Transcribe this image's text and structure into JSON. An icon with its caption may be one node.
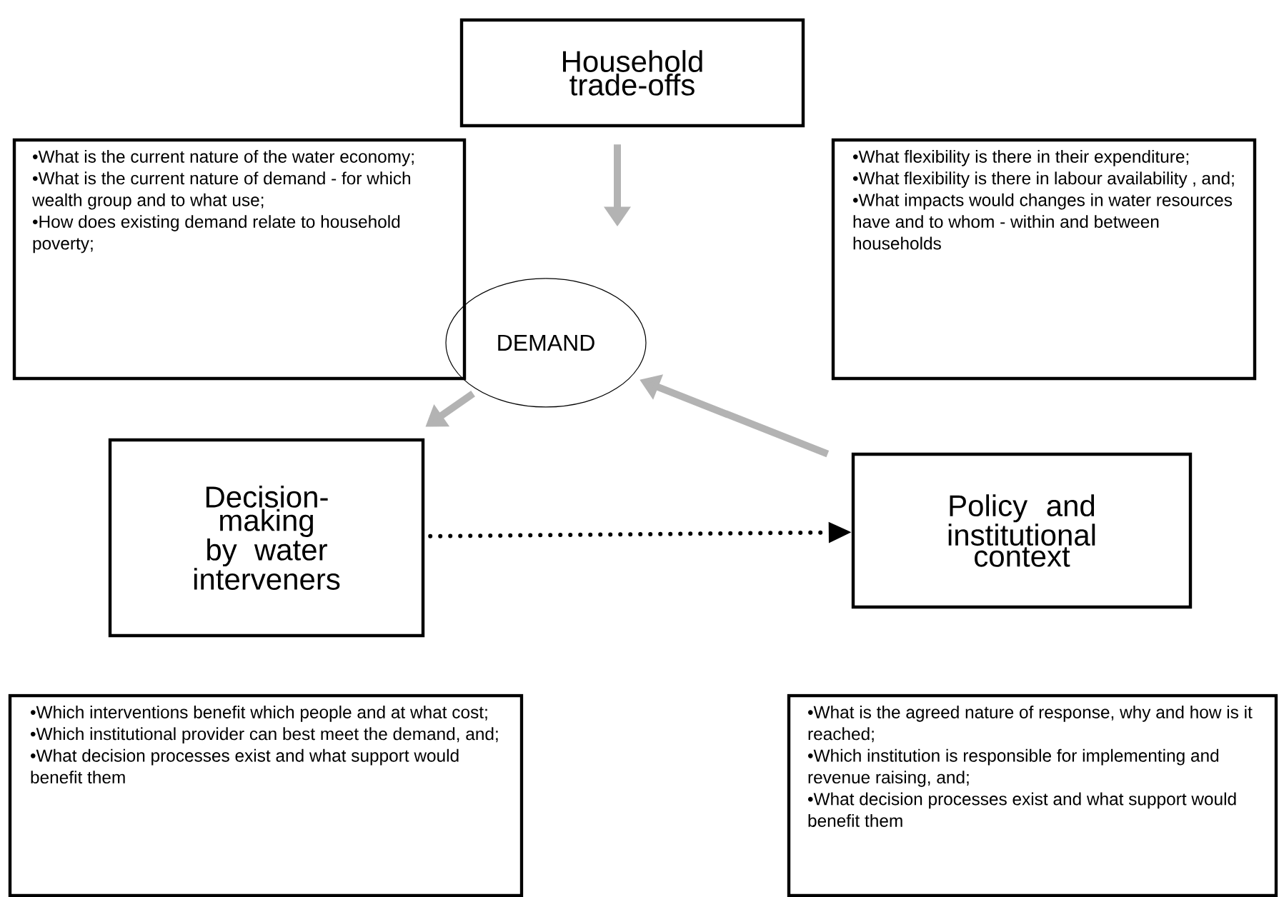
{
  "diagram": {
    "nodes": [
      {
        "text": [
          "Household trade-offs"
        ]
      },
      {
        "text": [
          "•What is the current nature of the water economy;",
          "•What is the current nature of demand - for which wealth group and to what use;",
          "•How does existing demand relate to household poverty;"
        ]
      },
      {
        "text": [
          "DEMAND"
        ]
      },
      {
        "text": [
          "•What flexibility is there in their expenditure;",
          "•What flexibility is there in labour availability , and;",
          "•What impacts would changes in water resources have and to whom - within and between households"
        ]
      },
      {
        "text": [
          "Decision-making by water interveners"
        ]
      },
      {
        "text": [
          "Policy and institutional context"
        ]
      },
      {
        "text": [
          "•Which interventions benefit which people and at what cost;",
          "•Which institutional provider can best meet the demand, and;",
          "•What decision processes exist and what support would benefit them"
        ]
      },
      {
        "text": [
          "•What is the agreed nature of response, why and how is it reached;",
          "•Which institution is responsible for implementing and revenue raising, and;",
          "•What decision processes exist and what support would benefit them"
        ]
      }
    ],
    "edges": [
      {
        "from": 0,
        "to": 2,
        "arrow": "to"
      },
      {
        "from": 2,
        "to": 4,
        "arrow": "to"
      },
      {
        "from": 5,
        "to": 2,
        "arrow": "to"
      },
      {
        "from": 4,
        "to": 5,
        "arrow": "to",
        "style": "dashed",
        "color": "#000000"
      }
    ]
  }
}
